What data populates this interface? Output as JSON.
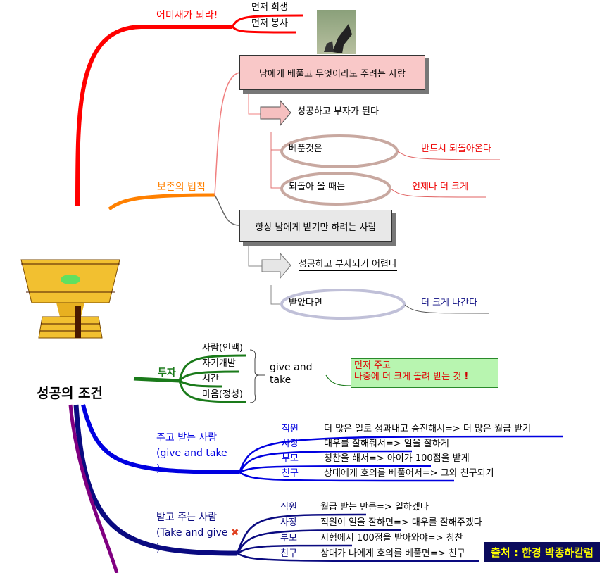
{
  "root_title": "성공의 조건",
  "mother_bird": {
    "title": "어미새가 되라!",
    "items": [
      "먼저 희생",
      "먼저 봉사"
    ]
  },
  "conservation": {
    "title": "보존의 법칙",
    "giver": {
      "box": "남에게 베풀고 무엇이라도 주려는 사람",
      "result": "성공하고 부자가 된다",
      "pairs": [
        {
          "left": "베푼것은",
          "right": "반드시 되돌아온다"
        },
        {
          "left": "되돌아 올 때는",
          "right": "언제나 더 크게"
        }
      ]
    },
    "taker": {
      "box": "항상 남에게 받기만 하려는 사람",
      "result": "성공하고 부자되기 어렵다",
      "pairs": [
        {
          "left": "받았다면",
          "right": "더 크게 나간다"
        }
      ]
    }
  },
  "invest": {
    "title": "투자",
    "items": [
      "사람(인맥)",
      "자기개발",
      "시간",
      "마음(정성)"
    ],
    "summary_1": "give and",
    "summary_2": "take",
    "note_1": "먼저 주고",
    "note_2": "나중에 더 크게 돌려 받는 것",
    "note_icon": "!"
  },
  "give_take": {
    "title_1": "주고 받는 사람",
    "title_2": "(give and take",
    "title_3": ")",
    "rows": [
      {
        "role": "직원",
        "text": "더 많은 일로 성과내고 승진해서=> 더 많은 월급 받기"
      },
      {
        "role": "사장",
        "text": "대우를 잘해줘서=> 일을 잘하게"
      },
      {
        "role": "부모",
        "text": "칭찬을 해서=> 아이가 100점을 받게"
      },
      {
        "role": "친구",
        "text": "상대에게 호의를 베풀어서=> 그와 친구되기"
      }
    ]
  },
  "take_give": {
    "title_1": "받고 주는 사람",
    "title_2": "(Take and give",
    "title_3": ")",
    "mark": "✖",
    "rows": [
      {
        "role": "직원",
        "text": "월급 받는 만큼=> 일하겠다"
      },
      {
        "role": "사장",
        "text": "직원이 일을 잘하면=> 대우를 잘해주겠다"
      },
      {
        "role": "부모",
        "text": "시험에서 100점을 받아와야=> 칭찬"
      },
      {
        "role": "친구",
        "text": "상대가 나에게 호의를 베풀면=> 친구"
      }
    ]
  },
  "source": "출처 : 한경 박종하칼럼",
  "colors": {
    "red": "#ff0000",
    "orange": "#ff8000",
    "green": "#1a7a1a",
    "blue": "#0000e0",
    "navy": "#0a0a80",
    "purple": "#800080"
  }
}
